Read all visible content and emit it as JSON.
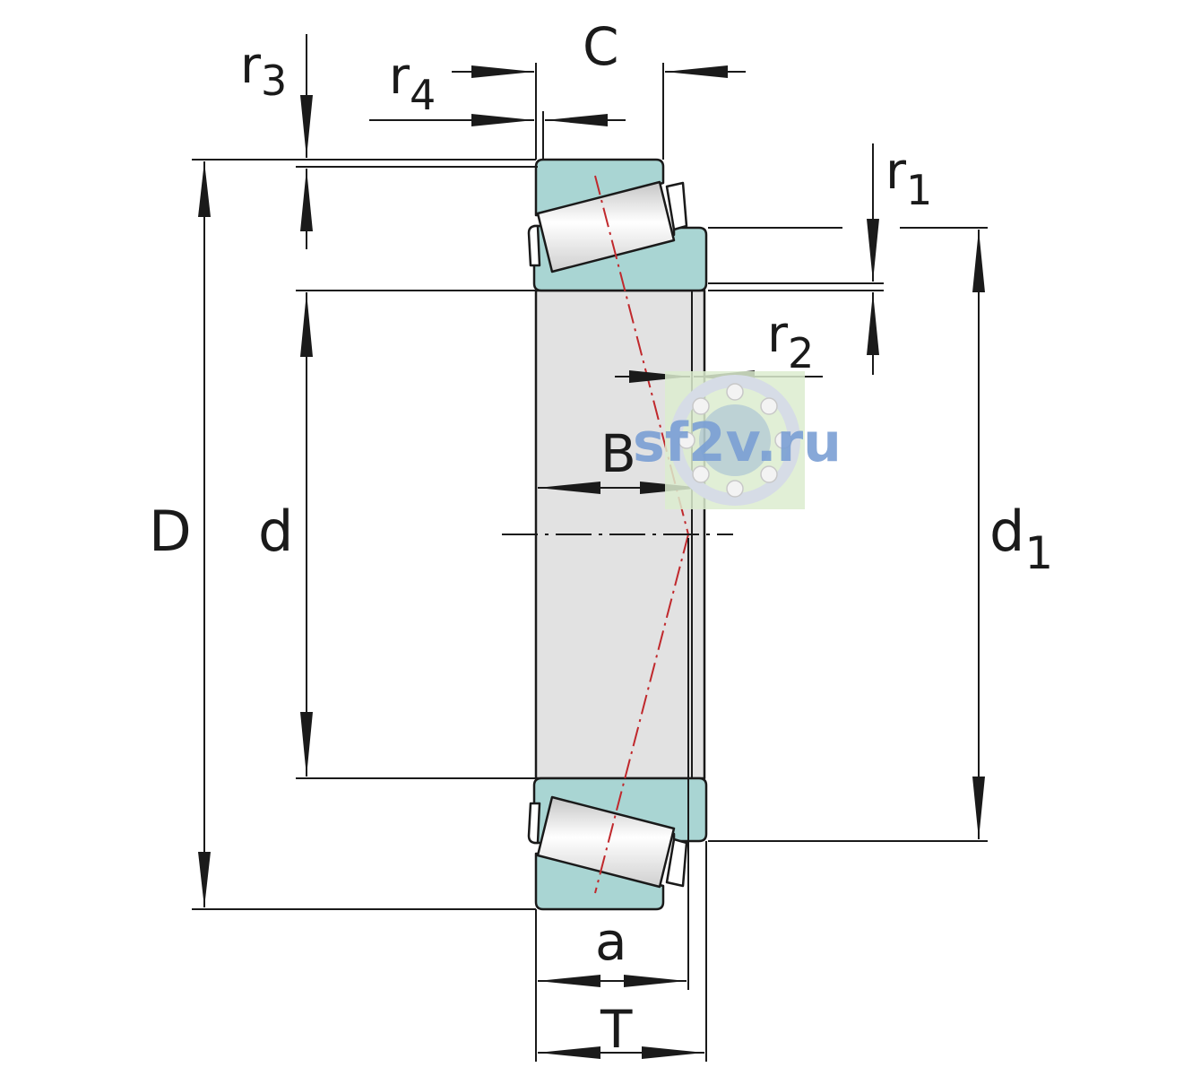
{
  "labels": {
    "r3": {
      "main": "r",
      "sub": "3"
    },
    "r4": {
      "main": "r",
      "sub": "4"
    },
    "c": "C",
    "r1": {
      "main": "r",
      "sub": "1"
    },
    "r2": {
      "main": "r",
      "sub": "2"
    },
    "b": "B",
    "d_outer": "D",
    "d_bore": "d",
    "d1": {
      "main": "d",
      "sub": "1"
    },
    "a": "a",
    "t": "T"
  },
  "watermark": {
    "text": "sf2v.ru"
  },
  "colors": {
    "line": "#1a1a1a",
    "ring_fill": "#a9d5d3",
    "bore_fill": "#e2e2e2",
    "pressure_line": "#c0282c",
    "watermark_text": "#7a9fd4",
    "watermark_bg": "#dceccf"
  },
  "icons": {
    "watermark_logo": "ball-bearing-icon"
  }
}
